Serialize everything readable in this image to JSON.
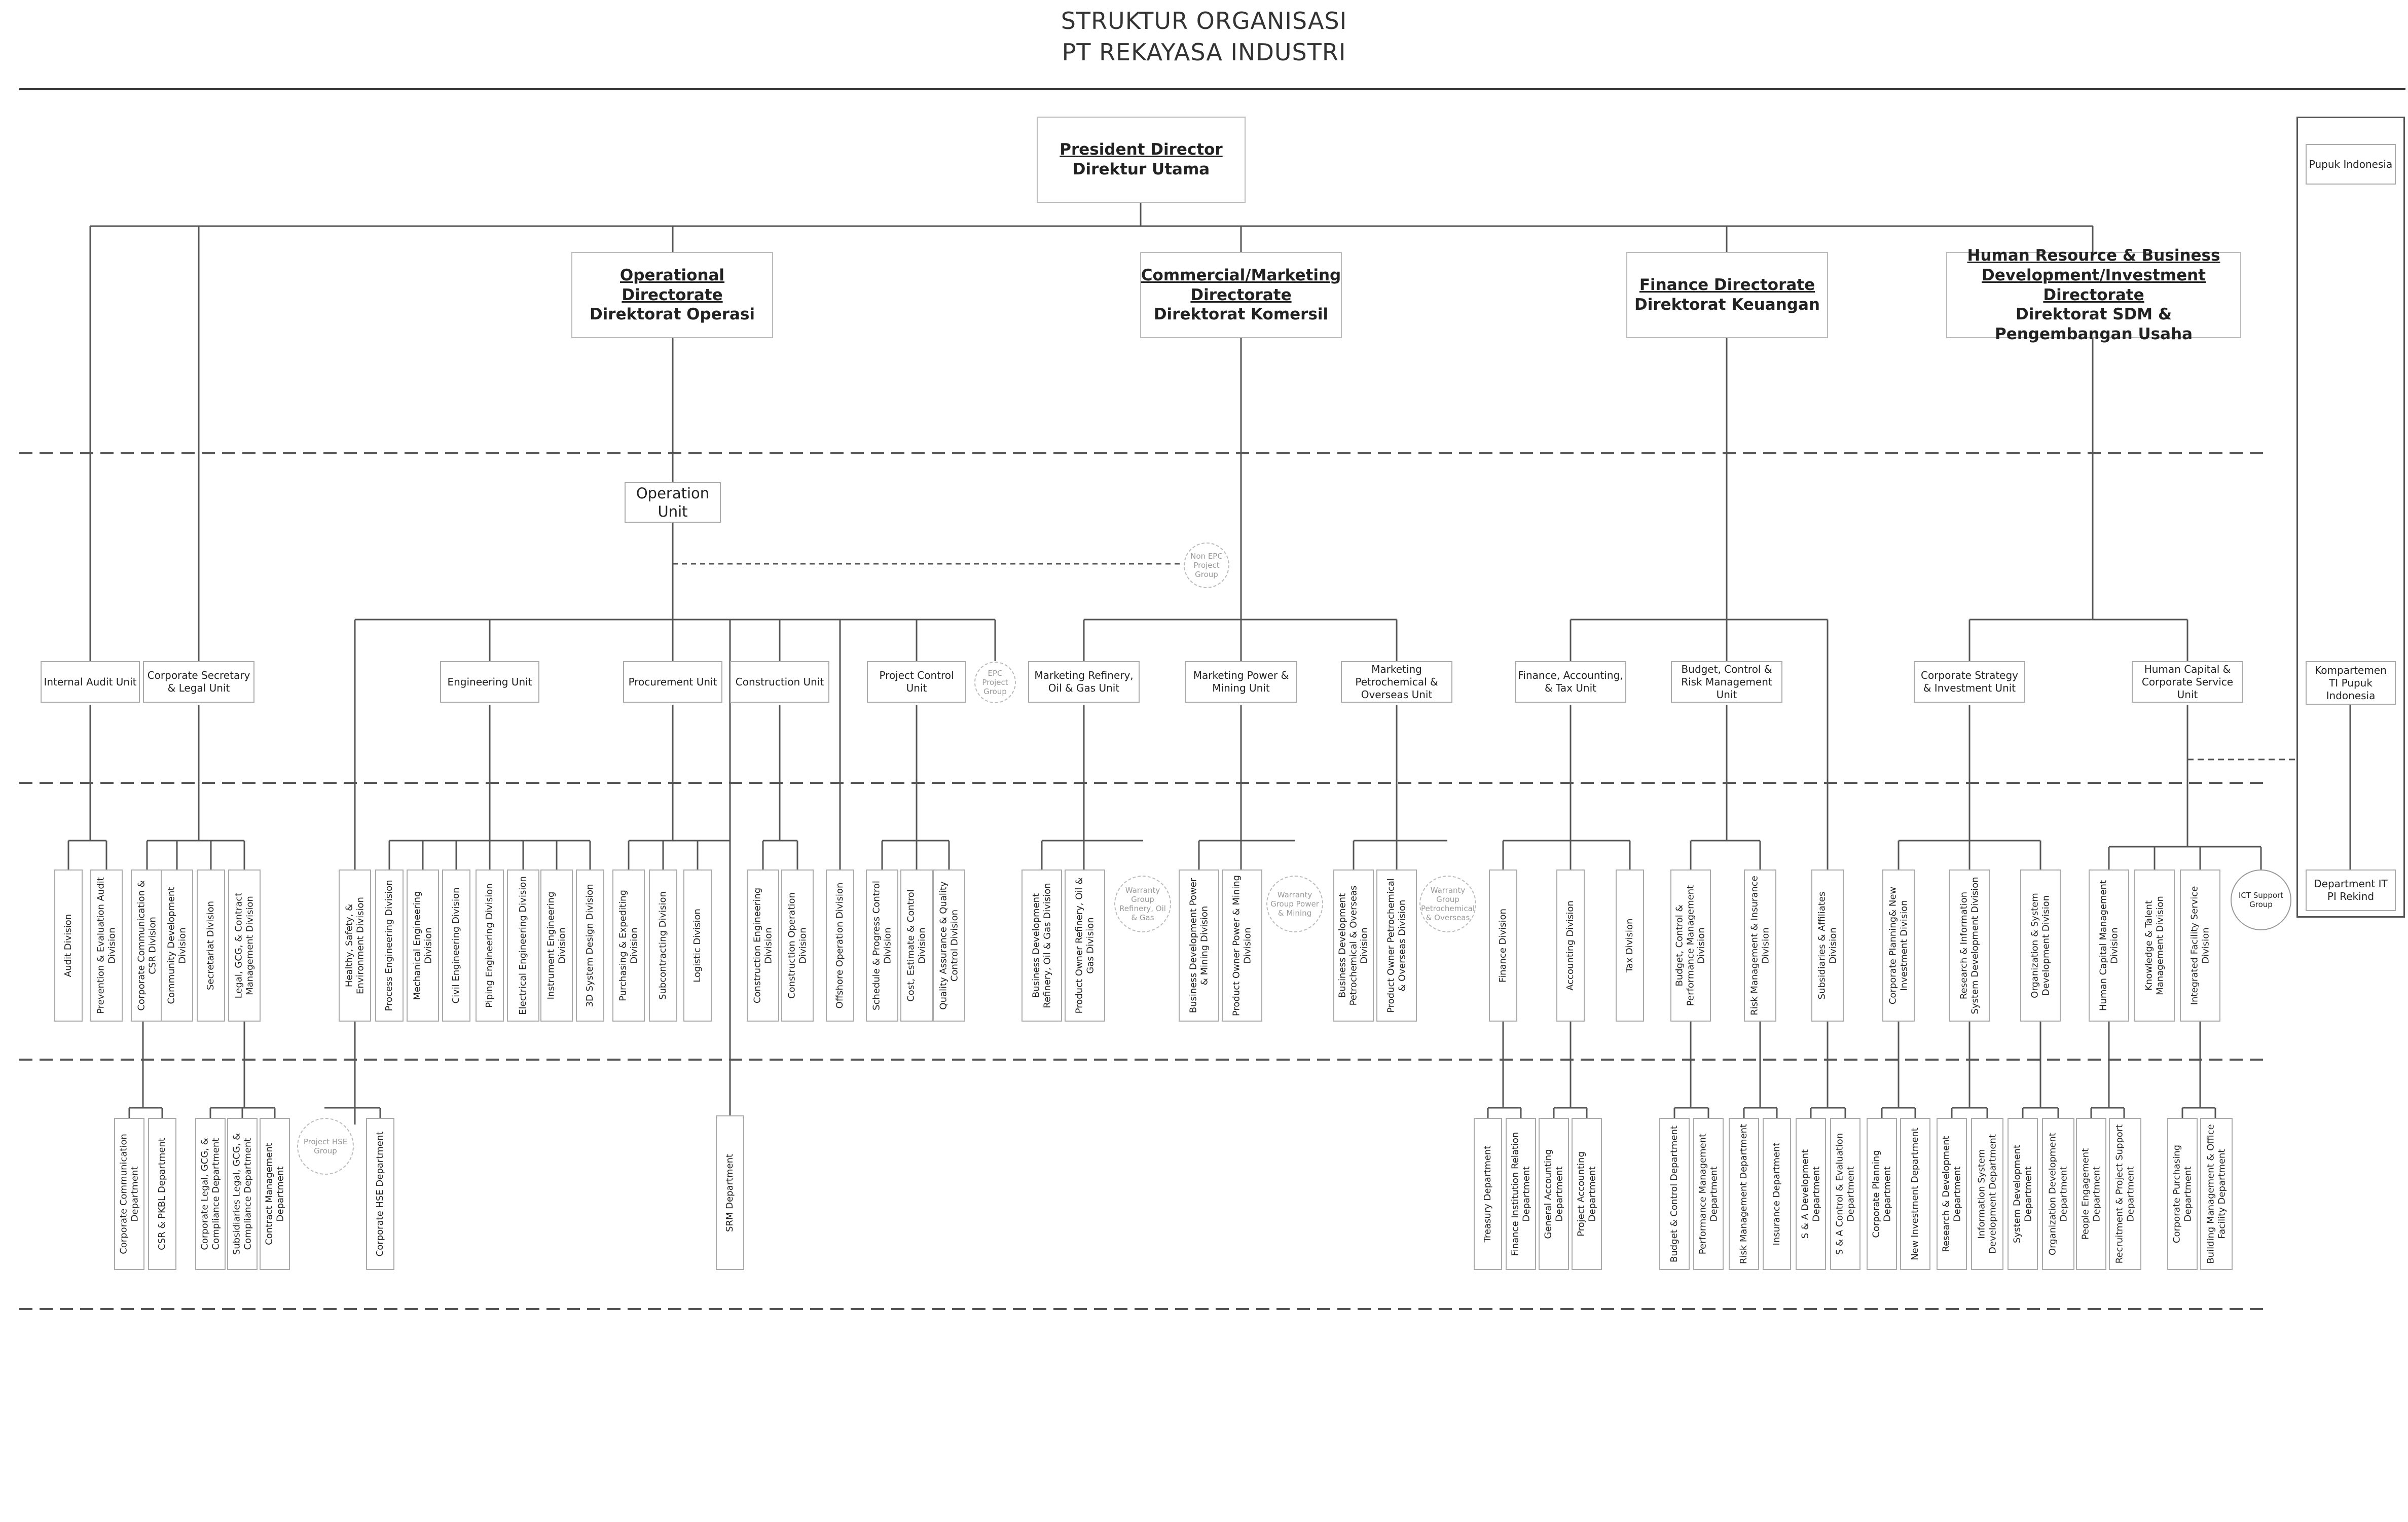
{
  "title": [
    "STRUKTUR ORGANISASI",
    "PT REKAYASA INDUSTRI"
  ],
  "president": {
    "l1": "President Director",
    "l2": "Direktur Utama"
  },
  "directorates": {
    "ops": {
      "l1": "Operational Directorate",
      "l2": "Direktorat Operasi"
    },
    "com": {
      "l1": "Commercial/Marketing Directorate",
      "l2": "Direktorat Komersil"
    },
    "fin": {
      "l1": "Finance Directorate",
      "l2": "Direktorat Keuangan"
    },
    "hr": {
      "l1": "Human Resource & Business Development/Investment Directorate",
      "l2": "Direktorat SDM & Pengembangan Usaha"
    }
  },
  "operation_unit": "Operation Unit",
  "units": {
    "audit": "Internal Audit Unit",
    "corsec": "Corporate Secretary & Legal Unit",
    "eng": "Engineering Unit",
    "proc": "Procurement Unit",
    "cons": "Construction Unit",
    "pc": "Project Control Unit",
    "mro": "Marketing Refinery, Oil & Gas Unit",
    "mpm": "Marketing Power & Mining Unit",
    "mpo": "Marketing Petrochemical & Overseas Unit",
    "fat": "Finance, Accounting, & Tax Unit",
    "bcr": "Budget, Control & Risk Management Unit",
    "csi": "Corporate Strategy & Investment Unit",
    "hcs": "Human Capital & Corporate Service Unit"
  },
  "groups": {
    "nonepc": "Non EPC Project Group",
    "epc": "EPC Project Group",
    "wrog": "Warranty Group Refinery, Oil & Gas",
    "wpm": "Warranty Group Power & Mining",
    "wpo": "Warranty Group Petrochemical & Overseas",
    "ict": "ICT Support Group",
    "phse": "Project HSE Group"
  },
  "divisions": {
    "audit": "Audit Division",
    "pea": "Prevention & Evaluation Audit Division",
    "ccsr": "Corporate Communication & CSR Division",
    "comdev": "Community Development Division",
    "sec": "Secretariat Division",
    "legal": "Legal, GCG, & Contract Management Division",
    "hse": "Healthy, Safety, & Environment Division",
    "proceng": "Process Engineering Division",
    "mech": "Mechanical Engineering Division",
    "civil": "Civil Engineering Division",
    "pipe": "Piping Engineering Division",
    "elec": "Electrical Engineering Division",
    "inst": "Instrument Engineering Division",
    "d3d": "3D System Design Division",
    "purch": "Purchasing & Expediting Division",
    "subc": "Subcontracting Division",
    "logi": "Logistic Division",
    "conseng": "Construction Engineering Division",
    "consop": "Construction Operation Division",
    "offsh": "Offshore Operation Division",
    "sched": "Schedule & Progress Control Division",
    "cost": "Cost, Estimate & Control Division",
    "qaqc": "Quality Assurance & Quality Control Division",
    "bdrog": "Business Development Refinery, Oil & Gas Division",
    "porog": "Product Owner Refinery, Oil & Gas Division",
    "bdpm": "Business Development Power & Mining Division",
    "popm": "Product Owner Power & Mining Division",
    "bdpo": "Business Development Petrochemical & Overseas Division",
    "popo": "Product Owner Petrochemical & Overseas Division",
    "finance": "Finance Division",
    "acct": "Accounting Division",
    "tax": "Tax Division",
    "bcpm": "Budget, Control & Performance Management Division",
    "rmi": "Risk Management & Insurance Division",
    "subaff": "Subsidiaries & Affiliates Division",
    "cpni": "Corporate Planning& New Investment Division",
    "risd": "Research & Information System Development Division",
    "osd": "Organization & System Development Division",
    "hcap": "Human Capital Management Division",
    "ktm": "Knowledge & Talent Management Division",
    "ifs": "Integrated Facility Service Division"
  },
  "departments": {
    "ccomm": "Corporate Communication Department",
    "csrpkbl": "CSR & PKBL Department",
    "clgcc": "Corporate Legal, GCG, & Compliance Department",
    "slgcc": "Subsidiaries Legal, GCG, & Compliance Department",
    "cm": "Contract Management Department",
    "chse": "Corporate HSE Department",
    "srm": "SRM Department",
    "treas": "Treasury Department",
    "fir": "Finance Institution Relation Department",
    "gacc": "General Accounting Department",
    "pacc": "Project Accounting Department",
    "bcd": "Budget & Control Department",
    "pmd": "Performance Management Department",
    "rmd": "Risk Management Department",
    "ins": "Insurance Department",
    "sad": "S & A Development Department",
    "sace": "S & A Control & Evaluation Department",
    "cpd": "Corporate Planning Department",
    "nid": "New Investment Department",
    "rdd": "Research & Development Department",
    "isdd": "Information System Development Department",
    "sysd": "System Development Department",
    "orgd": "Organization Development Department",
    "ped": "People Engagement Department",
    "rpsd": "Recruitment & Project Support Department",
    "cpurd": "Corporate Purchasing Department",
    "bmof": "Building Management & Office Facility Department"
  },
  "side": {
    "pupuk": "Pupuk Indonesia",
    "kompt": "Kompartemen TI Pupuk Indonesia",
    "deptit": "Department IT PI Rekind"
  }
}
